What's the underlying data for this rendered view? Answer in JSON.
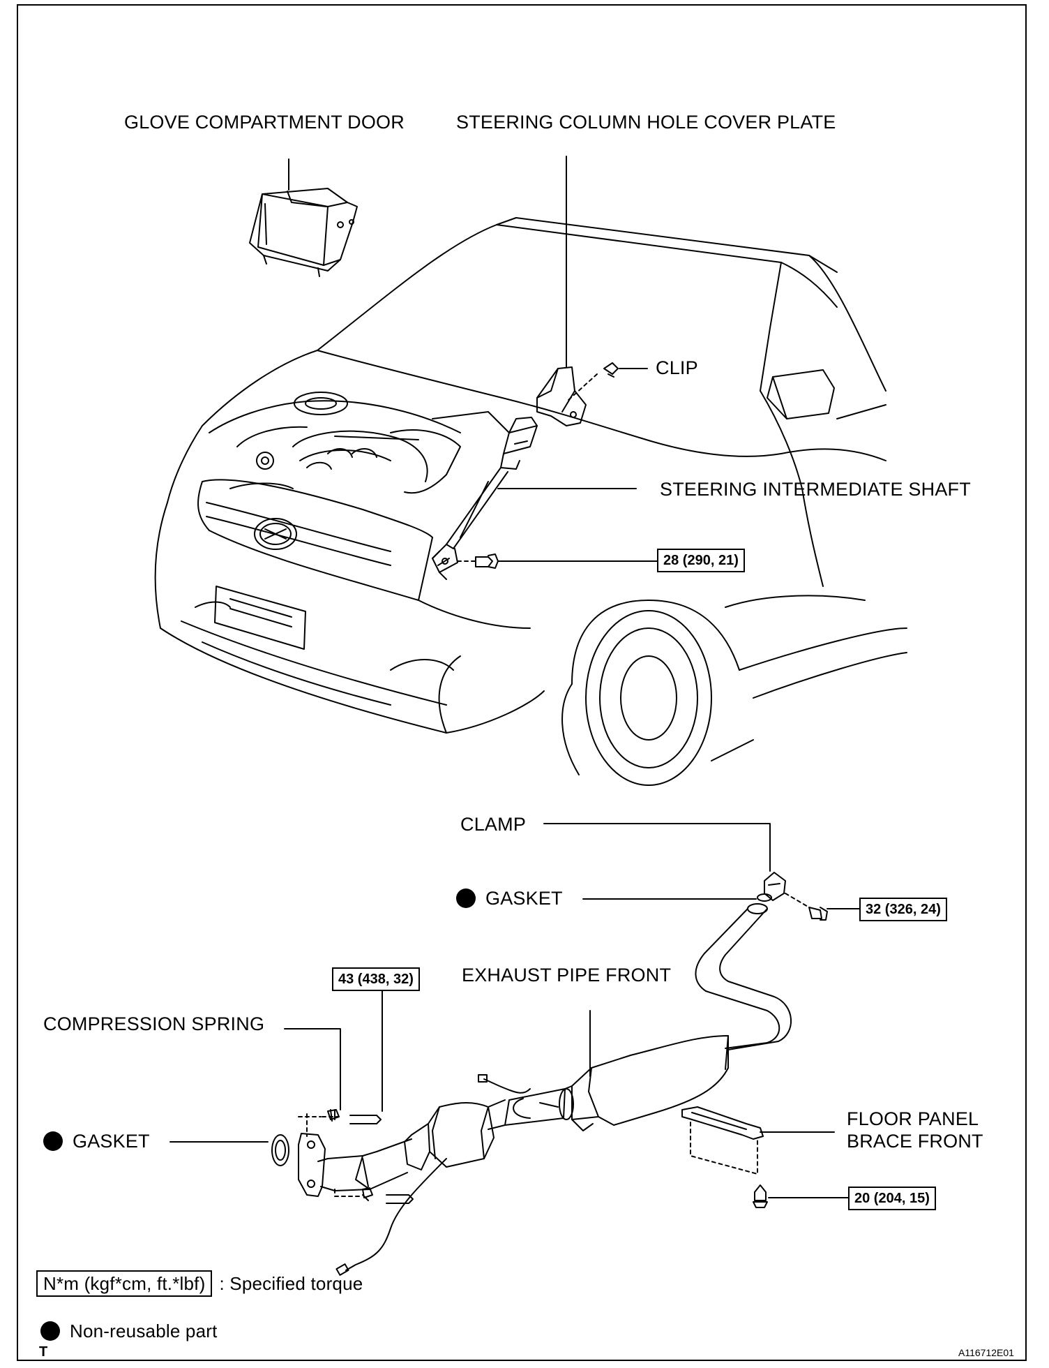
{
  "labels": {
    "glove_compartment_door": "GLOVE COMPARTMENT DOOR",
    "steering_column_hole_cover_plate": "STEERING COLUMN HOLE COVER PLATE",
    "clip": "CLIP",
    "steering_intermediate_shaft": "STEERING INTERMEDIATE SHAFT",
    "clamp": "CLAMP",
    "gasket_upper": "GASKET",
    "exhaust_pipe_front": "EXHAUST PIPE FRONT",
    "compression_spring": "COMPRESSION SPRING",
    "gasket_lower": "GASKET",
    "floor_panel_brace_front_line1": "FLOOR PANEL",
    "floor_panel_brace_front_line2": "BRACE FRONT"
  },
  "torques": {
    "steering_shaft_bolt": "28 (290, 21)",
    "clamp_bolt": "32 (326, 24)",
    "flange_bolt": "43 (438, 32)",
    "brace_bolt": "20 (204, 15)"
  },
  "legend": {
    "torque_unit": "N*m (kgf*cm, ft.*lbf)",
    "torque_desc": ": Specified torque",
    "non_reusable": "Non-reusable part"
  },
  "footer": {
    "corner_mark": "T",
    "figure_id": "A116712E01"
  }
}
